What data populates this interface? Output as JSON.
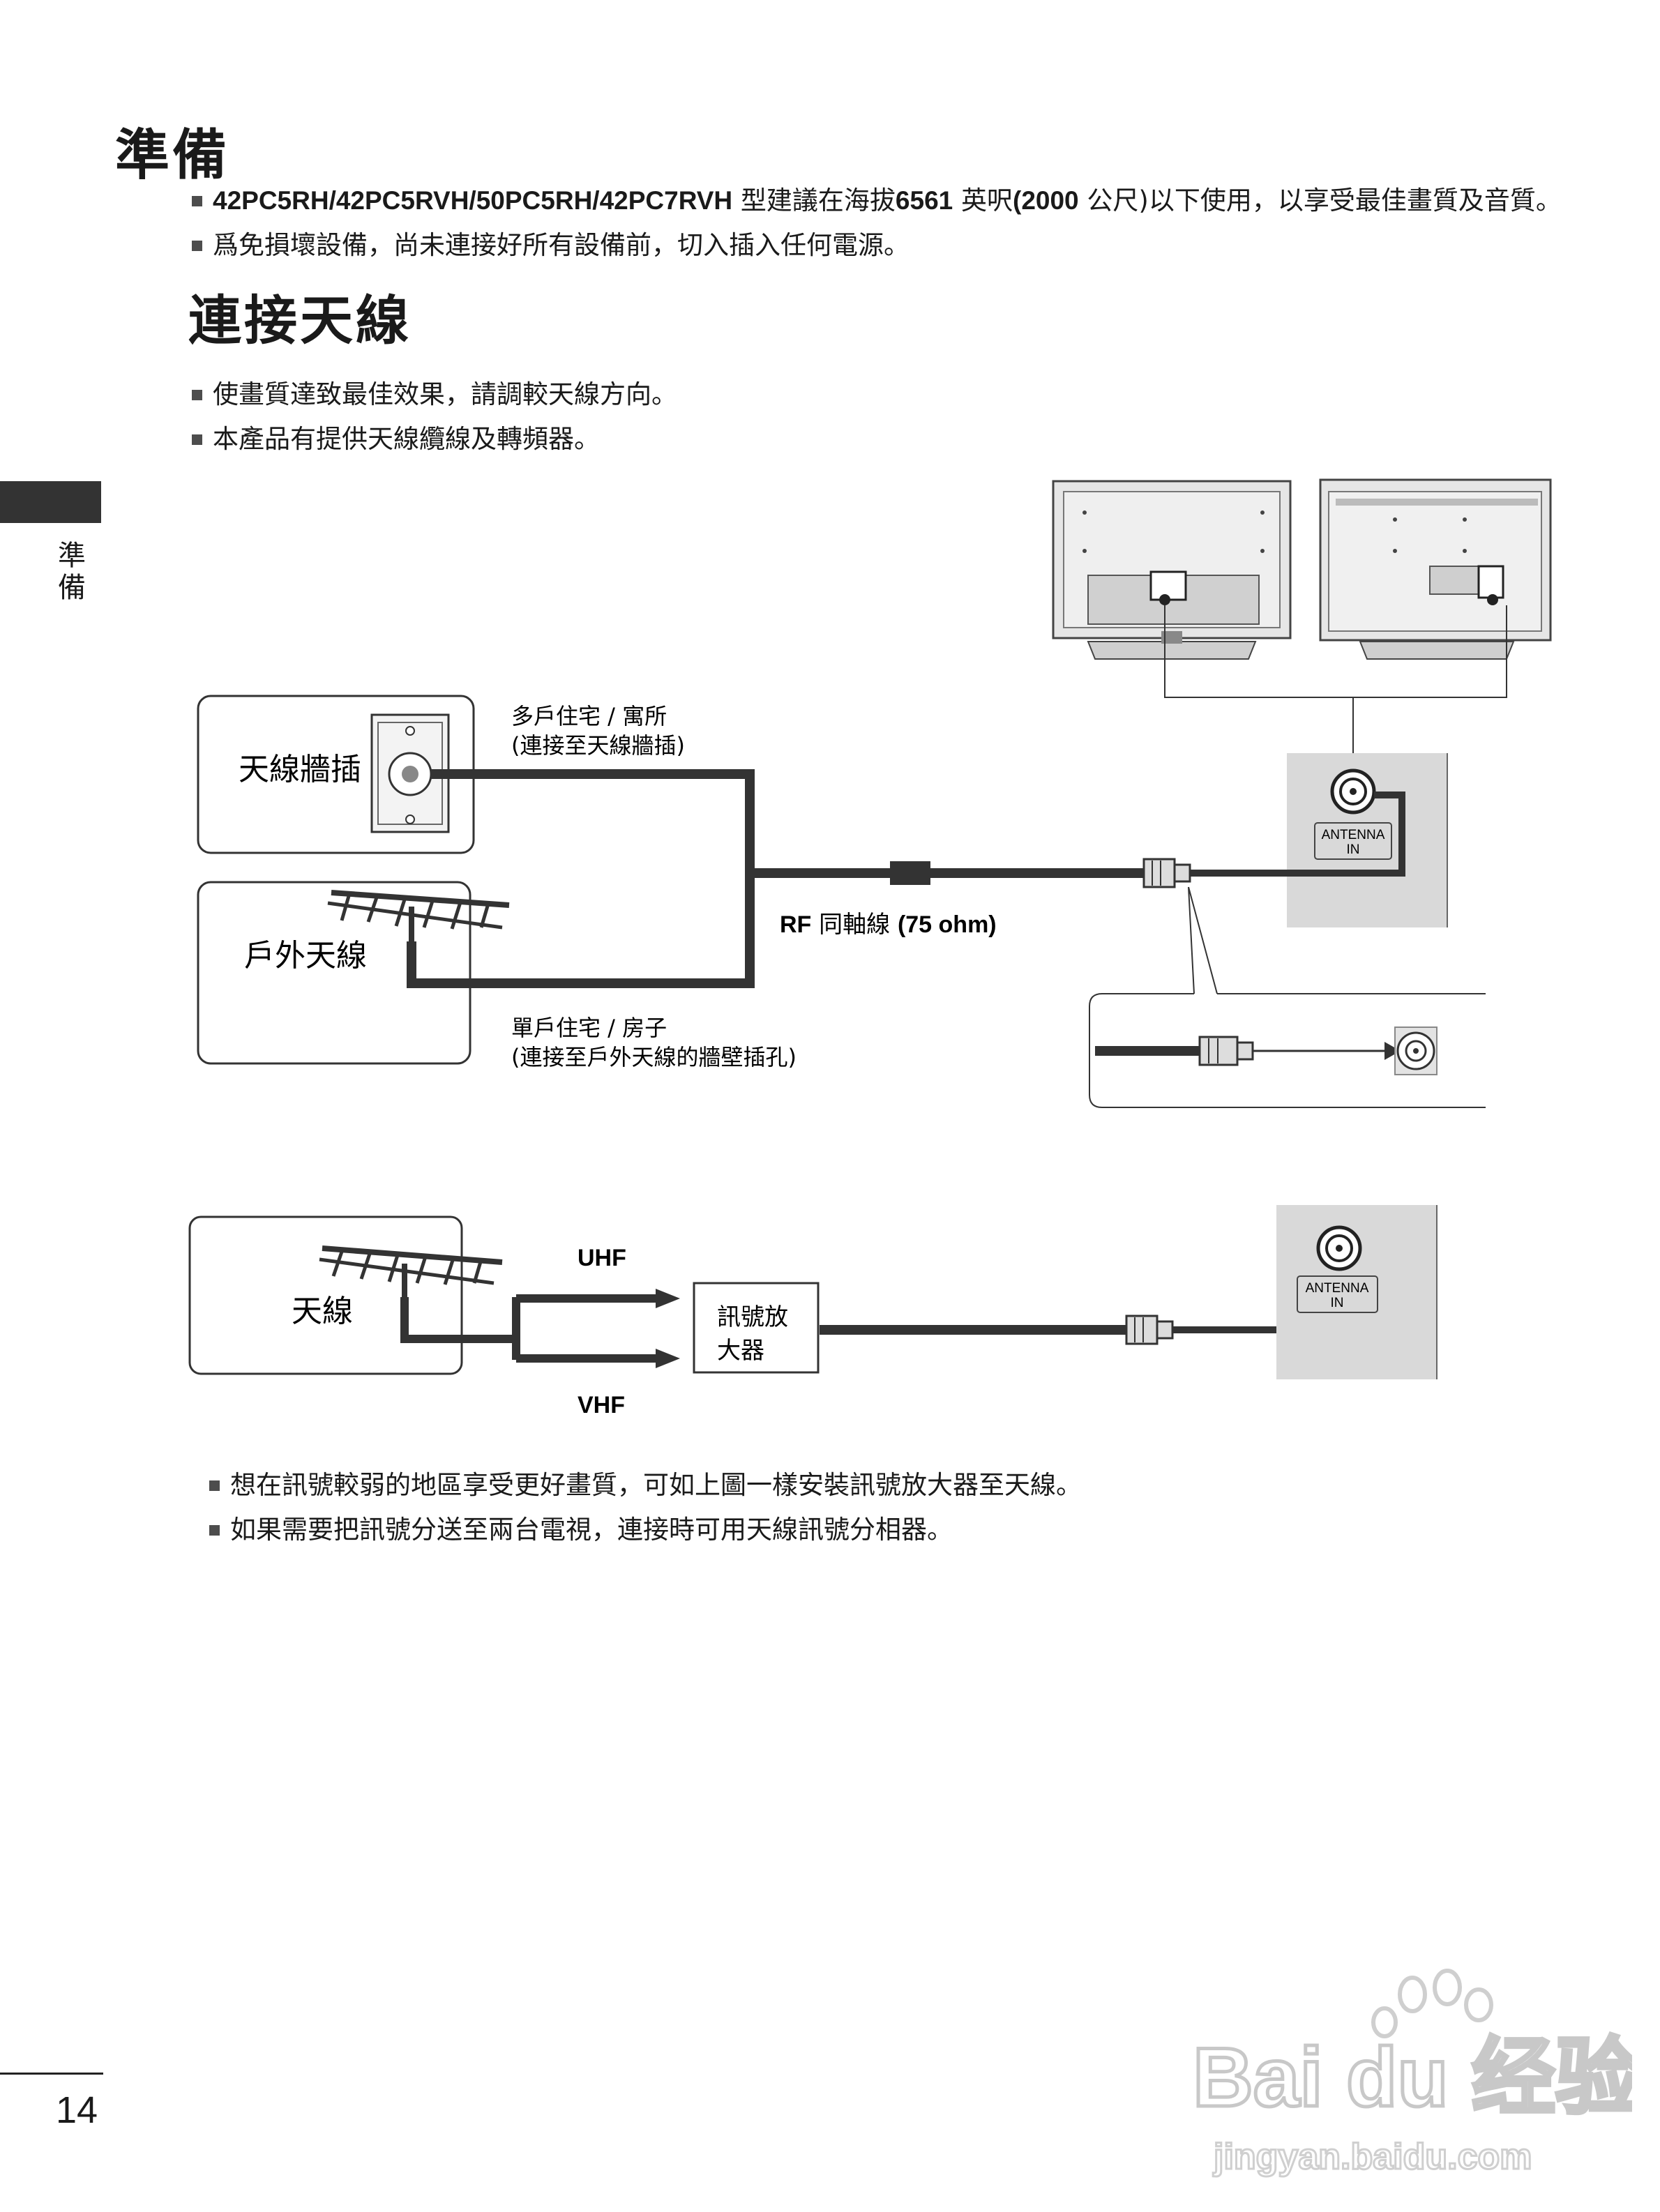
{
  "page": {
    "heading_prep": "準備",
    "prep_notes": [
      {
        "bold_part": "42PC5RH/42PC5RVH/50PC5RH/42PC7RVH",
        "text_part": " 型建議在海拔",
        "bold2": "6561",
        "text2": " 英呎",
        "bold3": "(2000",
        "text3": " 公尺)以下使用，以享受最佳畫質及音質。"
      },
      {
        "text": "爲免損壞設備，尚未連接好所有設備前，切入插入任何電源。"
      }
    ],
    "heading_antenna": "連接天線",
    "antenna_notes": [
      "使畫質達致最佳效果，請調較天線方向。",
      "本產品有提供天線纜線及轉頻器。"
    ],
    "side_tab": "準備",
    "page_number": "14"
  },
  "diagram1": {
    "wall_socket_label": "天線牆插",
    "outdoor_antenna_label": "戶外天線",
    "multi_dwelling_line1": "多戶住宅 / 寓所",
    "multi_dwelling_line2": "(連接至天線牆插)",
    "single_dwelling_line1": "單戶住宅 / 房子",
    "single_dwelling_line2": "(連接至戶外天線的牆壁插孔)",
    "rf_bold": "RF",
    "rf_text": " 同軸線 ",
    "rf_ohm": "(75 ohm)",
    "antenna_in_line1": "ANTENNA",
    "antenna_in_line2": "IN"
  },
  "diagram2": {
    "antenna_label": "天線",
    "uhf": "UHF",
    "vhf": "VHF",
    "amp_line1": "訊號放",
    "amp_line2": "大器",
    "antenna_in_line1": "ANTENNA",
    "antenna_in_line2": "IN"
  },
  "footer_notes": [
    "想在訊號較弱的地區享受更好畫質，可如上圖一樣安裝訊號放大器至天線。",
    "如果需要把訊號分送至兩台電視，連接時可用天線訊號分相器。"
  ],
  "watermark": {
    "logo": "Bai du 经验",
    "url": "jingyan.baidu.com"
  },
  "colors": {
    "text": "#1a1a1a",
    "cable": "#333333",
    "panel_gray": "#d9d9d9",
    "tab_dark": "#333333"
  }
}
